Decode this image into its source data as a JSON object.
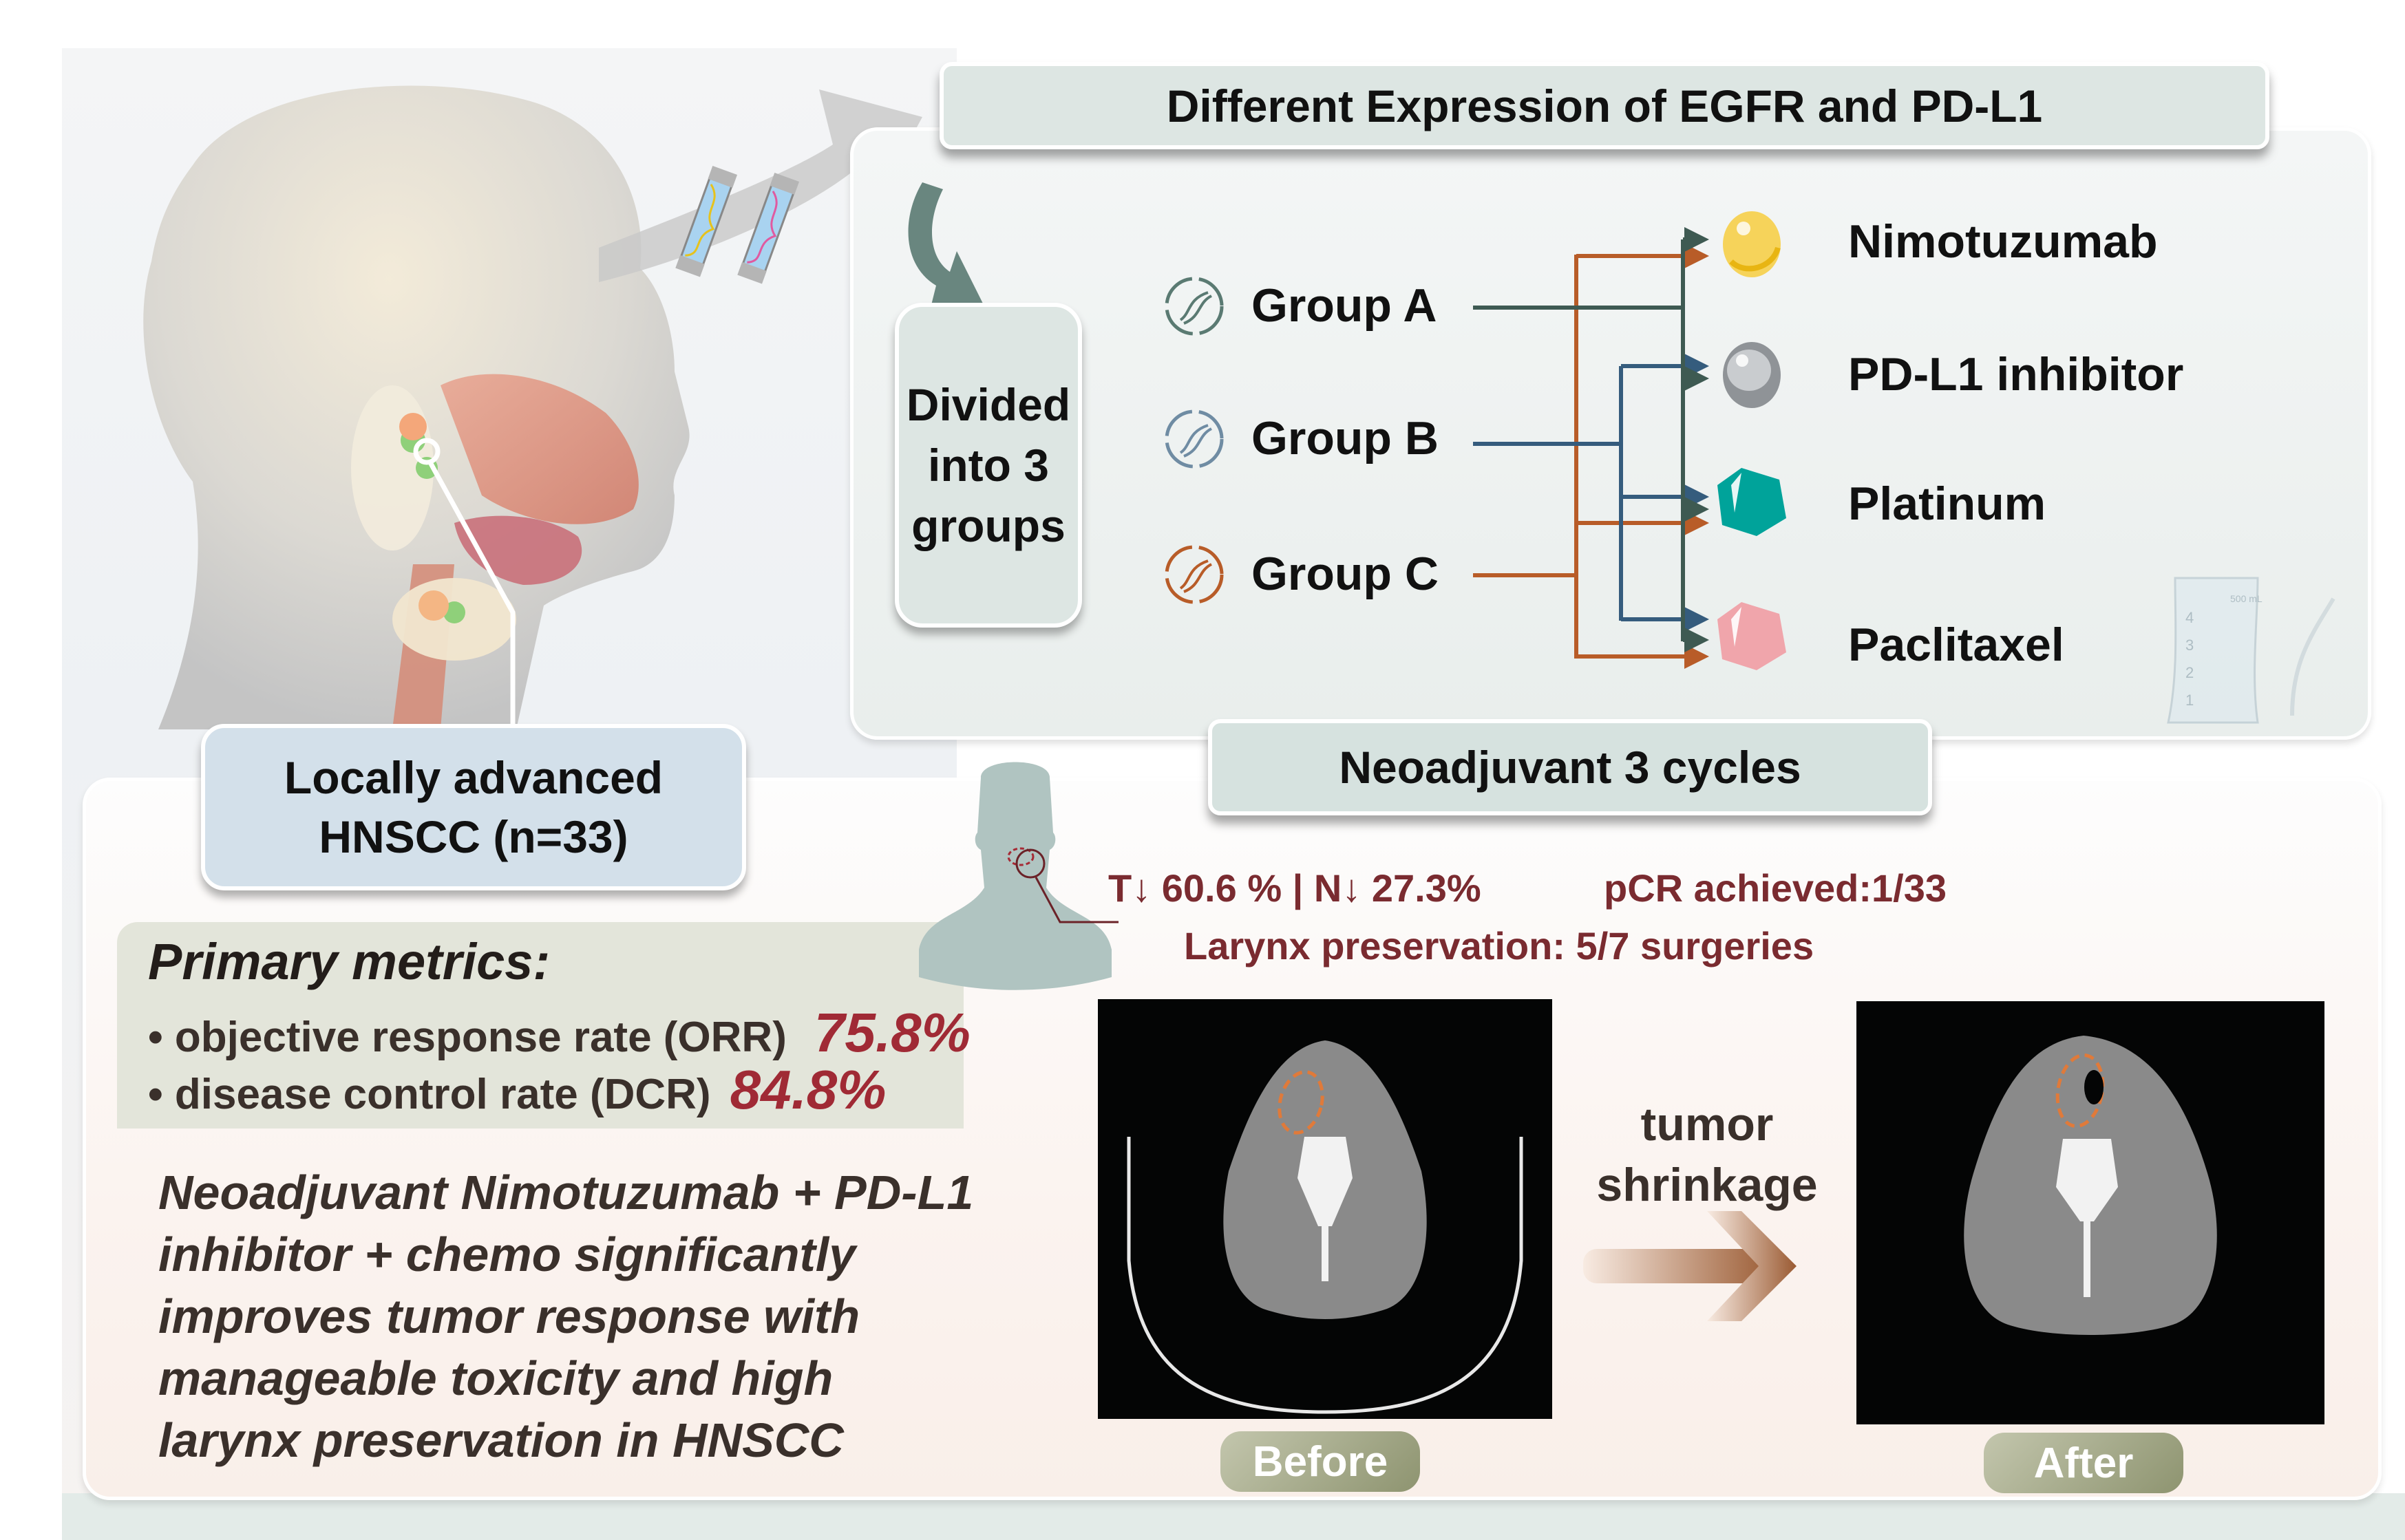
{
  "header": {
    "expression_title": "Different Expression of EGFR and PD-L1"
  },
  "cohort": {
    "line1": "Locally advanced",
    "line2": "HNSCC (n=33)"
  },
  "division": {
    "line1": "Divided",
    "line2": "into 3",
    "line3": "groups"
  },
  "groups": [
    {
      "label": "Group A",
      "color": "#3e5a52",
      "drugs": [
        "Nimotuzumab",
        "PD-L1 inhibitor",
        "Platinum",
        "Paclitaxel"
      ]
    },
    {
      "label": "Group B",
      "color": "#355c7d",
      "drugs": [
        "PD-L1 inhibitor",
        "Platinum",
        "Paclitaxel"
      ]
    },
    {
      "label": "Group C",
      "color": "#b85c28",
      "drugs": [
        "Nimotuzumab",
        "Platinum",
        "Paclitaxel"
      ]
    }
  ],
  "drugs": [
    {
      "label": "Nimotuzumab",
      "icon": "yellow-pill-icon",
      "color": "#f6d35a"
    },
    {
      "label": "PD-L1 inhibitor",
      "icon": "gray-pill-icon",
      "color": "#9ea2a5"
    },
    {
      "label": "Platinum",
      "icon": "teal-hexagon-icon",
      "color": "#00a39a"
    },
    {
      "label": "Paclitaxel",
      "icon": "pink-hexagon-icon",
      "color": "#f0a5ab"
    }
  ],
  "treatment": {
    "title": "Neoadjuvant 3 cycles"
  },
  "outcomes": {
    "downstaging": "T↓ 60.6 % | N↓ 27.3%",
    "pcr": "pCR achieved:1/33",
    "larynx": "Larynx preservation: 5/7 surgeries"
  },
  "primary_metrics": {
    "title": "Primary metrics:",
    "items": [
      {
        "label": "• objective response rate (ORR)",
        "value": "75.8%"
      },
      {
        "label": "• disease control rate (DCR)",
        "value": "84.8%"
      }
    ]
  },
  "conclusion": {
    "lines": [
      "Neoadjuvant Nimotuzumab + PD-L1",
      "inhibitor + chemo significantly",
      "improves tumor response with",
      "manageable toxicity and high",
      "larynx preservation in HNSCC"
    ]
  },
  "imaging": {
    "before_label": "Before",
    "after_label": "After",
    "shrinkage_line1": "tumor",
    "shrinkage_line2": "shrinkage"
  },
  "iv_bag": {
    "volume_label": "500 mL",
    "marks": [
      "4",
      "3",
      "2",
      "1"
    ]
  },
  "colors": {
    "accent_text": "#7a2b30",
    "metric_value": "#a02a35",
    "group_a": "#3e5a52",
    "group_b": "#355c7d",
    "group_c": "#b85c28"
  }
}
